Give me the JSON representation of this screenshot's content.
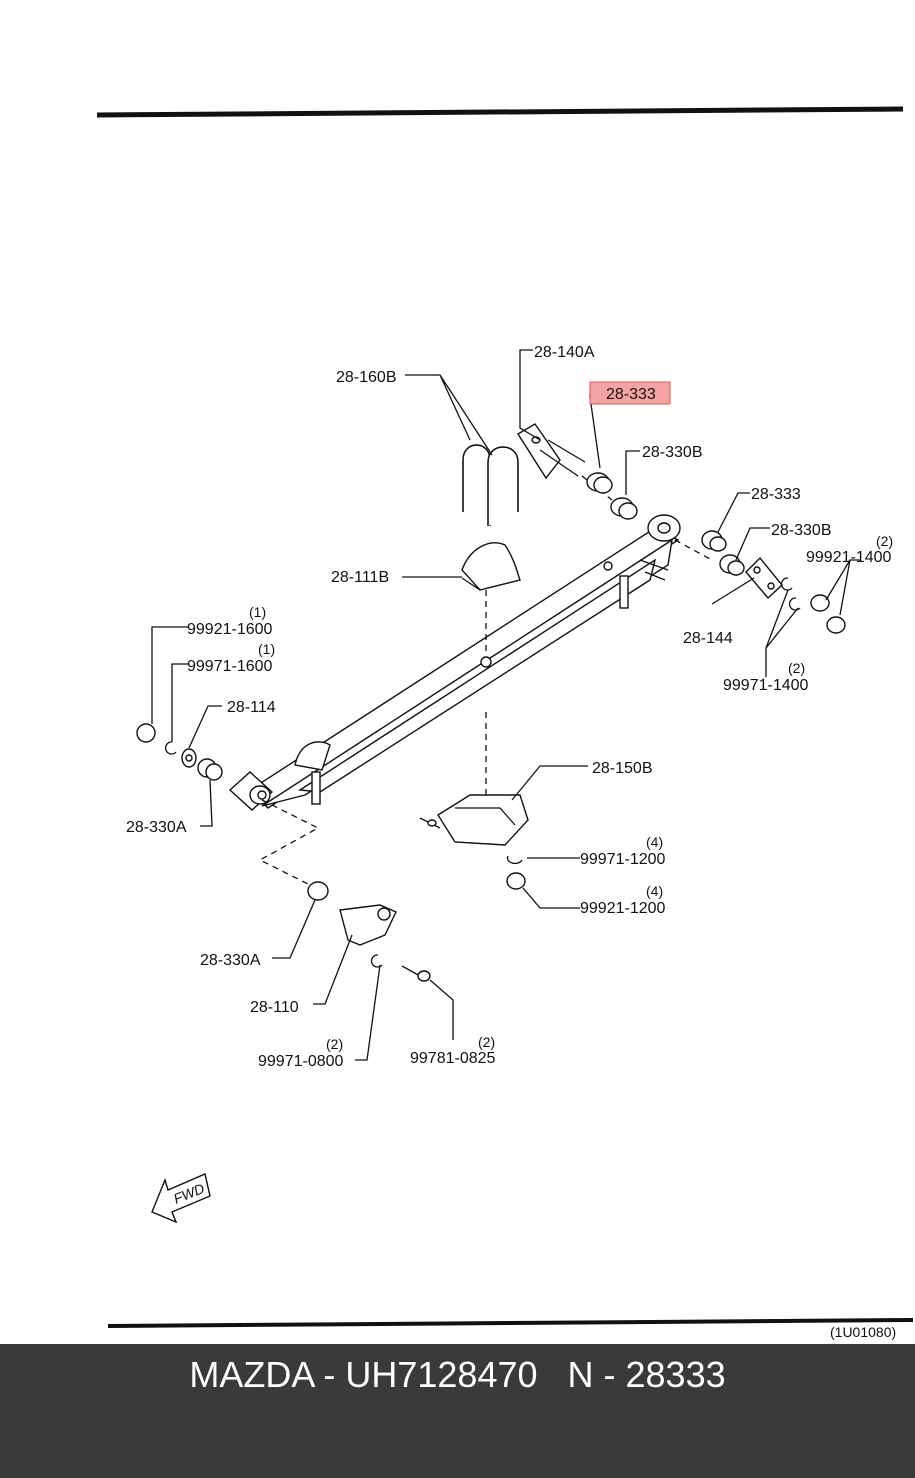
{
  "colors": {
    "highlight_fill": "#f4a3a3",
    "highlight_border": "#e05555",
    "footer_bg": "#3a3a3a",
    "footer_text": "#ffffff"
  },
  "icons": {
    "fwd_arrow": "fwd-arrow-icon"
  },
  "diagram": {
    "fwd_label": "FWD",
    "image_code": "(1U01080)",
    "labels": {
      "p28_140A": "28-140A",
      "p28_160B": "28-160B",
      "p28_333_highlight": "28-333",
      "p28_330B_top": "28-330B",
      "p28_333_right": "28-333",
      "p28_330B_right": "28-330B",
      "p99921_1400": "99921-1400",
      "q99921_1400": "(2)",
      "p28_111B": "28-111B",
      "p28_144": "28-144",
      "p99971_1400": "99971-1400",
      "q99971_1400": "(2)",
      "p99921_1600": "99921-1600",
      "q99921_1600": "(1)",
      "p99971_1600": "99971-1600",
      "q99971_1600": "(1)",
      "p28_114": "28-114",
      "p28_330A_left": "28-330A",
      "p28_150B": "28-150B",
      "p99971_1200": "99971-1200",
      "q99971_1200": "(4)",
      "p99921_1200": "99921-1200",
      "q99921_1200": "(4)",
      "p28_330A_bottom": "28-330A",
      "p28_110": "28-110",
      "p99971_0800": "99971-0800",
      "q99971_0800": "(2)",
      "p99781_0825": "99781-0825",
      "q99781_0825": "(2)"
    }
  },
  "footer": {
    "text": "MAZDA - UH7128470   N - 28333"
  }
}
